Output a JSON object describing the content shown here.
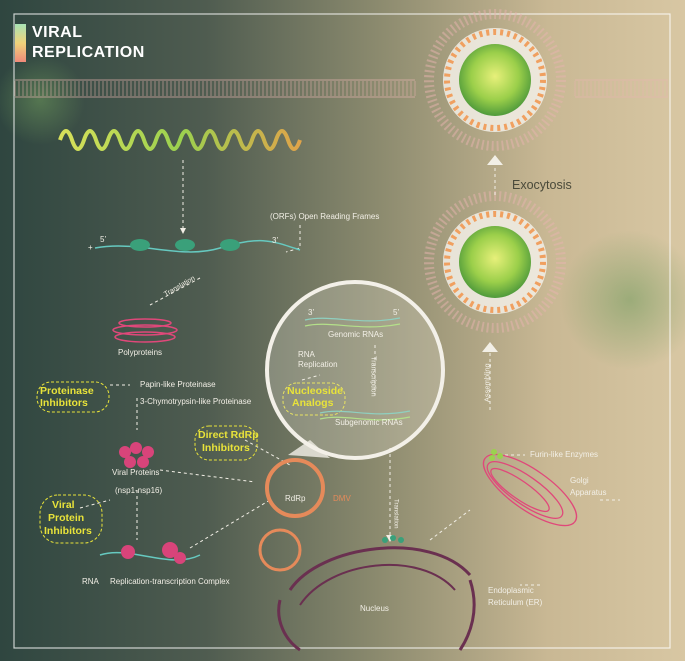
{
  "title": {
    "line1": "VIRAL",
    "line2": "REPLICATION"
  },
  "colors": {
    "accent_inhibitor": "#e8e33a",
    "label": "#f2efe6",
    "dmv": "#e58a5a"
  },
  "labels": {
    "five_prime": "5’",
    "three_prime": "3’",
    "plus_sign": "+",
    "orfs": "(ORFs) Open Reading Frames",
    "translation": "Translation",
    "polyproteins": "Polyproteins",
    "papain_like": "Papin-like Proteinase",
    "chymotrypsin_like": "3-Chymotrypsin-like Proteinase",
    "viral_proteins": "Viral Proteins",
    "nsp": "(nsp1-nsp16)",
    "rna": "RNA",
    "rtc": "Replication-transcription Complex",
    "rdrp": "RdRp",
    "dmv": "DMV",
    "genomic_rnas": "Genomic RNAs",
    "three_prime_inset": "3’",
    "five_prime_inset": "5’",
    "rna_replication_1": "RNA",
    "rna_replication_2": "Replication",
    "transcription": "Transcription",
    "subgenomic_rnas": "Subgenomic RNAs",
    "translation_small": "Translation",
    "nucleus": "Nucleus",
    "er_1": "Endoplasmic",
    "er_2": "Reticulum (ER)",
    "golgi_1": "Golgi",
    "golgi_2": "Apparatus",
    "furin": "Furin-like Enzymes",
    "assembling": "Assembling",
    "exocytosis": "Exocytosis"
  },
  "inhibitors": {
    "proteinase_1": "Proteinase",
    "proteinase_2": "Inhibitors",
    "viral_protein_1": "Viral",
    "viral_protein_2": "Protein",
    "viral_protein_3": "Inhibitors",
    "rdrp_1": "Direct RdRp",
    "rdrp_2": "Inhibitors",
    "nucleoside_1": "Nucleoside",
    "nucleoside_2": "Analogs"
  }
}
